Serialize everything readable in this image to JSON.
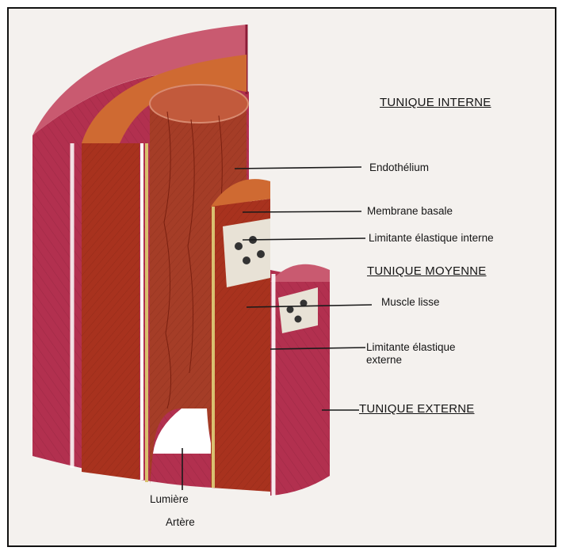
{
  "labels": {
    "tunique_interne": "TUNIQUE INTERNE",
    "endothelium": "Endothélium",
    "membrane_basale": "Membrane basale",
    "limitante_interne": "Limitante élastique interne",
    "tunique_moyenne": "TUNIQUE MOYENNE",
    "muscle_lisse": "Muscle lisse",
    "limitante_externe": "Limitante élastique\nexterne",
    "tunique_externe": "TUNIQUE EXTERNE",
    "lumiere": "Lumière",
    "artere": "Artère"
  },
  "colors": {
    "adventitia": "#b2304f",
    "adventitia_top": "#c95a70",
    "media": "#a8321e",
    "media_top": "#cf6a32",
    "intima": "#a53d27",
    "intima_top": "#c25a3c",
    "elastic": "#d9c070",
    "pale_layer": "#e8e2d6",
    "leader_line": "#1a1a1a"
  }
}
